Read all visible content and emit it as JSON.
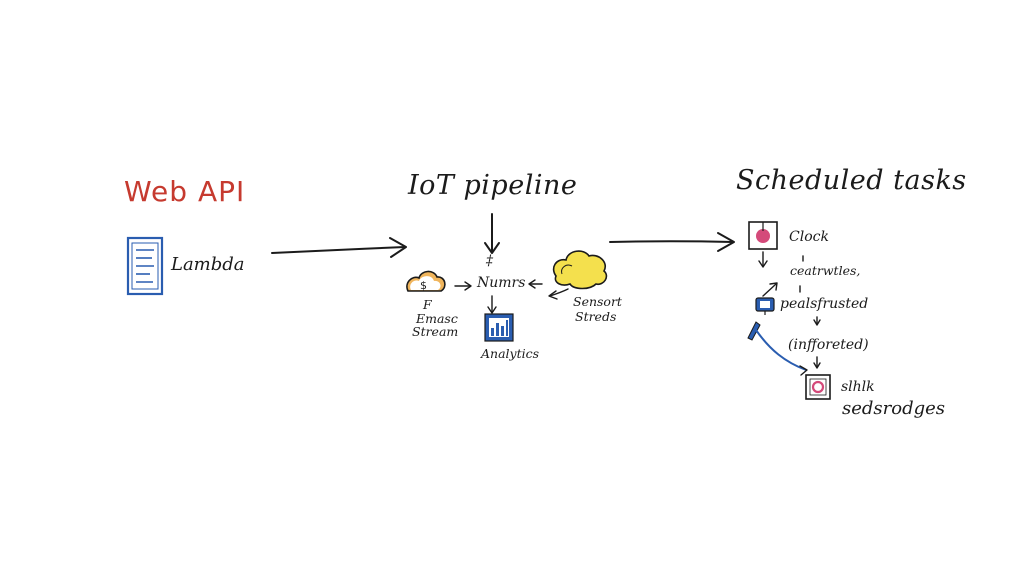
{
  "sections": {
    "web_api": {
      "title": "Web API",
      "title_color": "#c63a2f",
      "node": "Lambda",
      "icon": "document-icon",
      "icon_color": "#2a5db0"
    },
    "iot_pipeline": {
      "title": "IoT pipeline",
      "marker": "‡",
      "firehose_icon": "cloud-dollar-icon",
      "firehose_label_1": "F",
      "firehose_label_2": "Emasc",
      "firehose_label_3": "Stream",
      "center_node": "Numrs",
      "sensor_icon": "cloud-icon",
      "sensor_icon_color": "#f4e04d",
      "sensor_label_1": "Sensort",
      "sensor_label_2": "Streds",
      "analytics_icon": "bar-chart-icon",
      "analytics_icon_color": "#2a5db0",
      "analytics_label": "Analytics"
    },
    "scheduled_tasks": {
      "title": "Scheduled tasks",
      "step_1": "Clock",
      "step_1_icon": "clock-icon",
      "step_1_icon_color": "#d44a7a",
      "step_2": "ceatrwtles,",
      "step_3": "pealsfrusted",
      "step_3_icon": "monitor-icon",
      "step_3_icon_color": "#2a5db0",
      "step_4": "(infforeted)",
      "step_5_1": "slhlk",
      "step_5_2": "sedsrodges",
      "step_5_icon": "box-icon",
      "step_5_icon_color": "#d44a7a"
    }
  }
}
